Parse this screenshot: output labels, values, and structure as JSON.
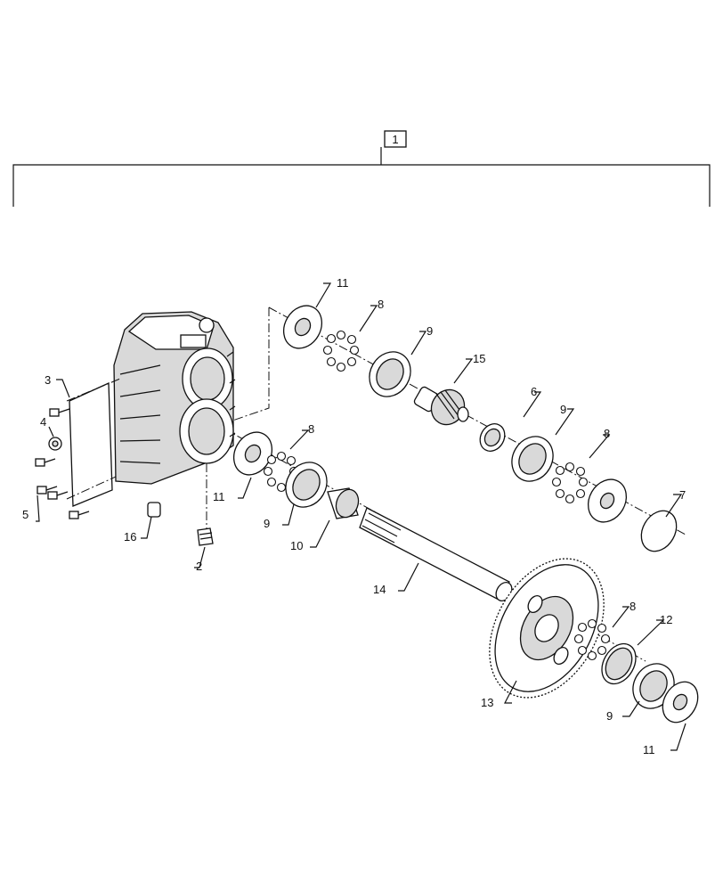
{
  "assembly": {
    "number": "1"
  },
  "callouts": [
    "2",
    "3",
    "4",
    "5",
    "6",
    "7",
    "8",
    "8",
    "8",
    "8",
    "9",
    "9",
    "9",
    "9",
    "10",
    "11",
    "11",
    "11",
    "12",
    "13",
    "14",
    "15",
    "16"
  ]
}
